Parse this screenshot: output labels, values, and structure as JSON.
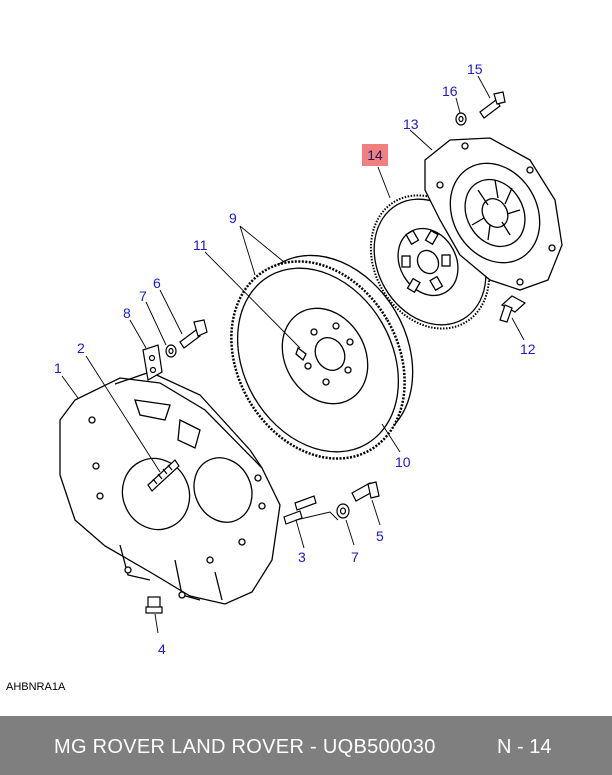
{
  "callouts": {
    "c1": "1",
    "c2": "2",
    "c3": "3",
    "c4": "4",
    "c5": "5",
    "c6": "6",
    "c7a": "7",
    "c7b": "7",
    "c8": "8",
    "c9": "9",
    "c10": "10",
    "c11": "11",
    "c12": "12",
    "c13": "13",
    "c14": "14",
    "c15": "15",
    "c16": "16"
  },
  "ref_code": "AHBNRA1A",
  "footer": {
    "left": "MG ROVER LAND ROVER - UQB500030",
    "right": "N - 14"
  },
  "colors": {
    "callout": "#1a1acc",
    "highlight": "#f08080",
    "footer_bg": "#7f7f7f",
    "footer_text": "#ffffff"
  }
}
